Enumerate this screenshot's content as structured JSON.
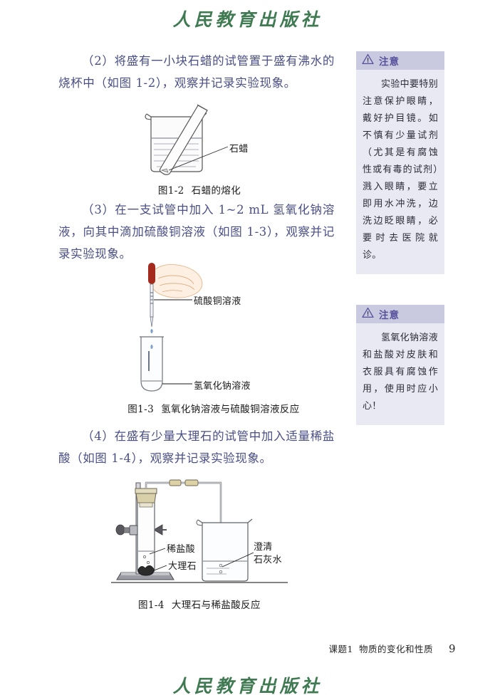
{
  "publisher": {
    "logo_text": "人民教育出版社",
    "logo_color": "#3f7a52"
  },
  "theme": {
    "body_text_color": "#4a4f86",
    "notice_header_bg": "#c9c9e0",
    "notice_body_bg": "#e9e9f3",
    "notice_title_color": "#56509a"
  },
  "paragraphs": [
    {
      "id": "step-2",
      "text": "（2）将盛有一小块石蜡的试管置于盛有沸水的烧杯中（如图 1-2），观察并记录实验现象。"
    },
    {
      "id": "step-3",
      "text": "（3）在一支试管中加入 1~2 mL 氢氧化钠溶液，向其中滴加硫酸铜溶液（如图 1-3），观察并记录实验现象。"
    },
    {
      "id": "step-4",
      "text": "（4）在盛有少量大理石的试管中加入适量稀盐酸（如图 1-4），观察并记录实验现象。"
    }
  ],
  "notices": [
    {
      "id": "notice-eye-protection",
      "icon": "warning-triangle-icon",
      "title": "注意",
      "body": "实验中要特别注意保护眼睛，戴好护目镜。如不慎有少量试剂（尤其是有腐蚀性或有毒的试剂）溅入眼睛，要立即用水冲洗，边洗边眨眼睛，必要时去医院就诊。"
    },
    {
      "id": "notice-corrosive",
      "icon": "warning-triangle-icon",
      "title": "注意",
      "body": "氢氧化钠溶液和盐酸对皮肤和衣服具有腐蚀作用，使用时应小心！"
    }
  ],
  "figures": [
    {
      "id": "fig-1-2",
      "number": "图1-2",
      "title": "石蜡的熔化",
      "labels": [
        "石蜡"
      ]
    },
    {
      "id": "fig-1-3",
      "number": "图1-3",
      "title": "氢氧化钠溶液与硫酸铜溶液反应",
      "labels": [
        "硫酸铜溶液",
        "氢氧化钠溶液"
      ]
    },
    {
      "id": "fig-1-4",
      "number": "图1-4",
      "title": "大理石与稀盐酸反应",
      "labels": [
        "稀盐酸",
        "大理石",
        "澄清",
        "石灰水"
      ]
    }
  ],
  "footer": {
    "topic": "课题1",
    "title": "物质的变化和性质",
    "page": "9"
  }
}
